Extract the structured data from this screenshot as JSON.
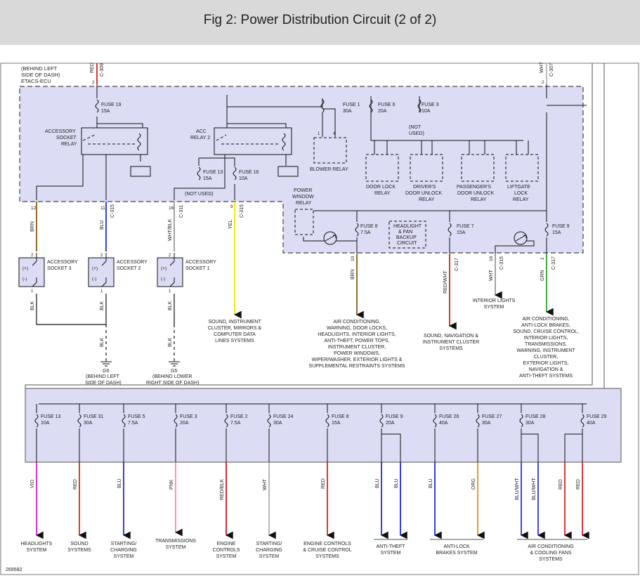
{
  "header": {
    "title": "Fig 2: Power Distribution Circuit (2 of 2)"
  },
  "colors": {
    "panel_fill": "#dcdcf5",
    "panel_border": "#444444",
    "relay_fill": "#dcdcf5"
  },
  "etacs": {
    "location": "(BEHIND LEFT SIDE OF DASH)",
    "name": "ETACS-ECU"
  },
  "top_wires": [
    {
      "color_label": "RED",
      "connector": "C-309",
      "pin": "2",
      "hex": "#e02020"
    },
    {
      "color_label": "WHT",
      "connector": "C-307",
      "pin": "2",
      "hex": "#b8b8b8"
    }
  ],
  "top_fuses": [
    {
      "label": "FUSE 19",
      "rating": "15A"
    },
    {
      "label": "FUSE 1",
      "rating": "30A"
    },
    {
      "label": "FUSE 6",
      "rating": "20A"
    },
    {
      "label": "FUSE 3",
      "rating": "10A",
      "note": "(NOT USED)"
    },
    {
      "label": "FUSE 13",
      "rating": "15A"
    },
    {
      "label": "FUSE 16",
      "rating": "10A",
      "note": "(NOT USED)"
    },
    {
      "label": "FUSE 8",
      "rating": "7.5A"
    },
    {
      "label": "FUSE 7",
      "rating": "15A"
    },
    {
      "label": "FUSE 9",
      "rating": "15A"
    }
  ],
  "relays": [
    "ACCESSORY SOCKET RELAY",
    "ACC RELAY 2",
    "BLOWER RELAY",
    "DOOR LOCK RELAY",
    "DRIVER'S DOOR UNLOCK RELAY",
    "PASSENGER'S DOOR UNLOCK RELAY",
    "LIFTGATE LOCK RELAY",
    "POWER WINDOW RELAY",
    "HEADLIGHT & FAN BACKUP CIRCUIT"
  ],
  "etacs_outputs": [
    {
      "pin": "12",
      "connector": "",
      "color_label": "BRN",
      "hex": "#8b5a14"
    },
    {
      "pin": "11",
      "connector": "C-315",
      "color_label": "BLU",
      "hex": "#1a2fd0"
    },
    {
      "pin": "16",
      "connector": "C-311",
      "color_label": "WHT/BLK",
      "hex": "#999999"
    },
    {
      "pin": "9",
      "connector": "C-315",
      "color_label": "YEL",
      "hex": "#f2e600"
    },
    {
      "pin": "10",
      "connector": "",
      "color_label": "BRN",
      "hex": "#8b5a14"
    },
    {
      "pin": "",
      "connector": "C-317",
      "color_label": "RED/WHT",
      "hex": "#d02020"
    },
    {
      "pin": "18",
      "connector": "C-315",
      "color_label": "WHT",
      "hex": "#999999"
    },
    {
      "pin": "2",
      "connector": "C-317",
      "color_label": "GRN",
      "hex": "#30a030"
    }
  ],
  "sockets": [
    {
      "name": "ACCESSORY SOCKET 3"
    },
    {
      "name": "ACCESSORY SOCKET 2"
    },
    {
      "name": "ACCESSORY SOCKET 1"
    }
  ],
  "socket_terms": {
    "plus": "(+)",
    "minus": "(-)",
    "pin1": "1",
    "pin2": "2"
  },
  "grounds": [
    {
      "name": "G6",
      "location": "(BEHIND LEFT SIDE OF DASH)",
      "wire": "BLK"
    },
    {
      "name": "G5",
      "location": "(BEHIND LOWER RIGHT SIDE OF DASH)",
      "wire": "BLK"
    }
  ],
  "wire_blk": "BLK",
  "systems_top": {
    "yel": "SOUND, INSTRUMENT CLUSTER, MIRRORS & COMPUTER DATA LINES SYSTEMS",
    "brn": "AIR CONDITIONING, WARNING, DOOR LOCKS, HEADLIGHTS, INTERIOR LIGHTS, ANTI-THEFT, POWER TOPS, INSTRUMENT CLUSTER, POWER WINDOWS, WIPER/WASHER, EXTERIOR LIGHTS & SUPPLEMENTAL RESTRAINTS SYSTEMS",
    "redwht": "SOUND, NAVIGATION & INSTRUMENT CLUSTER SYSTEMS",
    "wht": "INTERIOR LIGHTS SYSTEM",
    "grn": "AIR CONDITIONING, ANTI-LOCK BRAKES, SOUND, CRUISE CONTROL, INTERIOR LIGHTS, TRANSMISSIONS, WARNING, INSTRUMENT CLUSTER, EXTERIOR LIGHTS, NAVIGATION & ANTI-THEFT SYSTEMS"
  },
  "bottom_fuses": [
    {
      "label": "FUSE 13",
      "rating": "10A"
    },
    {
      "label": "FUSE 31",
      "rating": "30A"
    },
    {
      "label": "FUSE 5",
      "rating": "7.5A"
    },
    {
      "label": "FUSE 3",
      "rating": "20A"
    },
    {
      "label": "FUSE 2",
      "rating": "7.5A"
    },
    {
      "label": "FUSE 24",
      "rating": "30A"
    },
    {
      "label": "FUSE 8",
      "rating": "15A"
    },
    {
      "label": "FUSE 9",
      "rating": "20A"
    },
    {
      "label": "FUSE 26",
      "rating": "40A"
    },
    {
      "label": "FUSE 27",
      "rating": "30A"
    },
    {
      "label": "FUSE 28",
      "rating": "30A"
    },
    {
      "label": "FUSE 29",
      "rating": "40A"
    }
  ],
  "bottom_wires": [
    {
      "label": "VIO",
      "hex": "#e020e0"
    },
    {
      "label": "RED",
      "hex": "#e02020"
    },
    {
      "label": "BLU",
      "hex": "#1a2fd0"
    },
    {
      "label": "PNK",
      "hex": "#f090a0"
    },
    {
      "label": "RED/BLK",
      "hex": "#c01818"
    },
    {
      "label": "WHT",
      "hex": "#b0b0b0"
    },
    {
      "label": "RED",
      "hex": "#e02020"
    },
    {
      "label": "BLU",
      "hex": "#1a2fd0"
    },
    {
      "label": "BLU",
      "hex": "#1a2fd0"
    },
    {
      "label": "BLU",
      "hex": "#1a2fd0"
    },
    {
      "label": "ORG",
      "hex": "#e8901a"
    },
    {
      "label": "BLU/WHT",
      "hex": "#3333cc"
    },
    {
      "label": "BLU/WHT",
      "hex": "#3333cc"
    },
    {
      "label": "RED",
      "hex": "#e02020"
    },
    {
      "label": "RED",
      "hex": "#e02020"
    }
  ],
  "bottom_systems": [
    "HEADLIGHTS SYSTEM",
    "SOUND SYSTEMS",
    "STARTING/ CHARGING SYSTEM",
    "TRANSMISSIONS SYSTEM",
    "ENGINE CONTROLS SYSTEM",
    "STARTING/ CHARGING SYSTEM",
    "ENGINE CONTROLS & CRUISE CONTROL SYSTEMS",
    "ANTI-THEFT SYSTEM",
    "ANTI-LOCK BRAKES SYSTEM",
    "AIR CONDITIONING & COOLING FANS SYSTEMS"
  ],
  "figure_id": "269582"
}
